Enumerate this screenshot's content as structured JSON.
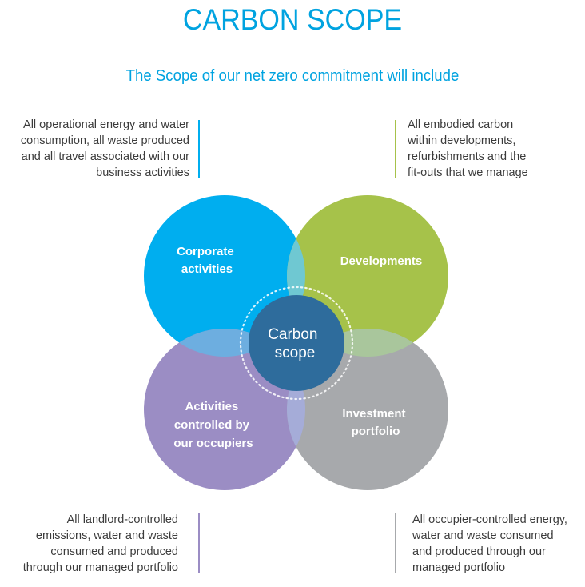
{
  "title": "CARBON SCOPE",
  "subtitle": "The Scope of our net zero commitment will include",
  "colors": {
    "accent": "#00a3e0",
    "corporate": "#00aeef",
    "developments": "#a6c24a",
    "occupiers": "#9b8dc4",
    "investment": "#a7a9ac",
    "center": "#2e6c9c"
  },
  "notes": {
    "top_left": [
      "All operational energy and water",
      "consumption, all waste produced",
      "and all travel associated with our",
      "business activities"
    ],
    "top_right": [
      "All embodied carbon",
      "within developments,",
      "refurbishments and the",
      "fit-outs that we manage"
    ],
    "bottom_left": [
      "All landlord-controlled",
      "emissions, water and waste",
      "consumed and produced",
      "through our managed portfolio"
    ],
    "bottom_right": [
      "All occupier-controlled energy,",
      "water and waste consumed",
      "and produced through our",
      "managed portfolio"
    ]
  },
  "circles": {
    "corporate": [
      "Corporate",
      "activities"
    ],
    "developments": [
      "Developments"
    ],
    "occupiers": [
      "Activities",
      "controlled by",
      "our occupiers"
    ],
    "investment": [
      "Investment",
      "portfolio"
    ]
  },
  "center": [
    "Carbon",
    "scope"
  ]
}
